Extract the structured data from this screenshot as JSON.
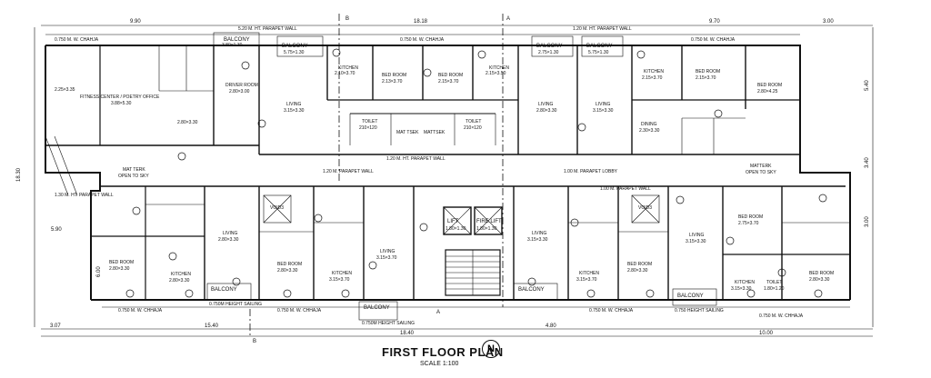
{
  "title": "FIRST FLOOR PLAN",
  "scale": "SCALE 1:100",
  "north_label": "N",
  "dimensions": {
    "top": [
      "9.90",
      "18.18",
      "9.70",
      "3.00"
    ],
    "bottom": [
      "3.07",
      "15.40",
      "18.40",
      "4.80",
      "10.00"
    ],
    "left": [
      "18.30",
      "5.90",
      "6.00"
    ],
    "right": [
      "5.40",
      "3.40",
      "3.00"
    ]
  },
  "section_markers": {
    "a": "A",
    "b": "B"
  },
  "labels": [
    {
      "id": "parapet-top-1",
      "text": "5.20 M. HT. PARAPET WALL"
    },
    {
      "id": "parapet-top-2",
      "text": "1.20 M. HT. PARAPET WALL"
    },
    {
      "id": "chahja-1",
      "text": "0.750 M. W. CHAHJA"
    },
    {
      "id": "chahja-2",
      "text": "0.750 M. W. CHAHJA"
    },
    {
      "id": "chahja-3",
      "text": "0.750 M. W. CHAHJA"
    },
    {
      "id": "balcony-1",
      "text": "BALCONY"
    },
    {
      "id": "balcony-1-dim",
      "text": "3.80×1.30"
    },
    {
      "id": "balcony-2",
      "text": "BALCONY"
    },
    {
      "id": "balcony-2-dim",
      "text": "5.75×1.30"
    },
    {
      "id": "balcony-3",
      "text": "BALCONY"
    },
    {
      "id": "balcony-3-dim",
      "text": "2.75×1.30"
    },
    {
      "id": "balcony-4",
      "text": "BALCONY"
    },
    {
      "id": "balcony-4-dim",
      "text": "5.75×1.30"
    },
    {
      "id": "fitness",
      "text": "FITNESS CENTER / POETRY OFFICE"
    },
    {
      "id": "fitness-dim",
      "text": "3.88×5.30"
    },
    {
      "id": "area-225",
      "text": "2.25×3.35"
    },
    {
      "id": "area-280",
      "text": "2.80×3.30"
    },
    {
      "id": "driver",
      "text": "DRIVER ROOM"
    },
    {
      "id": "driver-dim",
      "text": "2.80×3.00"
    },
    {
      "id": "kitchen-1",
      "text": "KITCHEN"
    },
    {
      "id": "kitchen-1-dim",
      "text": "2.10×3.70"
    },
    {
      "id": "bed-1",
      "text": "BED ROOM"
    },
    {
      "id": "bed-1-dim",
      "text": "2.13×3.70"
    },
    {
      "id": "bed-2",
      "text": "BED ROOM"
    },
    {
      "id": "bed-2-dim",
      "text": "2.15×3.70"
    },
    {
      "id": "kitchen-2",
      "text": "KITCHEN"
    },
    {
      "id": "kitchen-2-dim",
      "text": "2.15×3.50"
    },
    {
      "id": "living-1",
      "text": "LIVING"
    },
    {
      "id": "living-1-dim",
      "text": "3.15×3.30"
    },
    {
      "id": "living-2",
      "text": "LIVING"
    },
    {
      "id": "living-2-dim",
      "text": "2.80×3.30"
    },
    {
      "id": "living-3",
      "text": "LIVING"
    },
    {
      "id": "living-3-dim",
      "text": "3.15×3.30"
    },
    {
      "id": "kitchen-3",
      "text": "KITCHEN"
    },
    {
      "id": "kitchen-3-dim",
      "text": "2.15×3.70"
    },
    {
      "id": "bed-3",
      "text": "BED ROOM"
    },
    {
      "id": "bed-3-dim",
      "text": "2.15×3.70"
    },
    {
      "id": "bed-4",
      "text": "BED ROOM"
    },
    {
      "id": "bed-4-dim",
      "text": "2.80×4.25"
    },
    {
      "id": "dining",
      "text": "DINING"
    },
    {
      "id": "dining-dim",
      "text": "2.30×3.30"
    },
    {
      "id": "toilet-a",
      "text": "TOILET"
    },
    {
      "id": "toilet-a-dim",
      "text": "210×120"
    },
    {
      "id": "toilet-b",
      "text": "TOILET"
    },
    {
      "id": "toilet-b-dim",
      "text": "210×120"
    },
    {
      "id": "mattsek",
      "text": "MAT TSEK"
    },
    {
      "id": "mattsek2",
      "text": "MATTSEK"
    },
    {
      "id": "parapet-mid-1",
      "text": "1.20 M. HT. PARAPET WALL"
    },
    {
      "id": "parapet-mid-2",
      "text": "1.20 M. PARAPET WALL"
    },
    {
      "id": "lobby",
      "text": "1.00 M. PARAPET LOBBY"
    },
    {
      "id": "matterk-1",
      "text": "MAT TERK"
    },
    {
      "id": "matterk-1b",
      "text": "OPEN TO SKY"
    },
    {
      "id": "matterk-2",
      "text": "MATTERK"
    },
    {
      "id": "matterk-2b",
      "text": "OPEN TO SKY"
    },
    {
      "id": "parapet-low-1",
      "text": "1.30 M. HT. PARAPET WALL"
    },
    {
      "id": "parapet-low-2",
      "text": "1.00 M. PARAPET WALL"
    },
    {
      "id": "lift",
      "text": "LIFT"
    },
    {
      "id": "lift-dim",
      "text": "1.80×1.30"
    },
    {
      "id": "firelift",
      "text": "FIRE LIFT"
    },
    {
      "id": "firelift-dim",
      "text": "1.80×1.30"
    },
    {
      "id": "void-1",
      "text": "VOID3"
    },
    {
      "id": "void-2",
      "text": "VOID3"
    },
    {
      "id": "bed-5",
      "text": "BED ROOM"
    },
    {
      "id": "bed-5-dim",
      "text": "2.80×3.30"
    },
    {
      "id": "kitchen-5",
      "text": "KITCHEN"
    },
    {
      "id": "kitchen-5-dim",
      "text": "2.80×3.30"
    },
    {
      "id": "living-5",
      "text": "LIVING"
    },
    {
      "id": "living-5-dim",
      "text": "2.80×3.30"
    },
    {
      "id": "bed-6",
      "text": "BED ROOM"
    },
    {
      "id": "bed-6-dim",
      "text": "2.80×3.30"
    },
    {
      "id": "kitchen-6",
      "text": "KITCHEN"
    },
    {
      "id": "kitchen-6-dim",
      "text": "3.15×3.70"
    },
    {
      "id": "living-6",
      "text": "LIVING"
    },
    {
      "id": "living-6-dim",
      "text": "3.15×3.70"
    },
    {
      "id": "living-7",
      "text": "LIVING"
    },
    {
      "id": "living-7-dim",
      "text": "3.15×3.30"
    },
    {
      "id": "kitchen-7",
      "text": "KITCHEN"
    },
    {
      "id": "kitchen-7-dim",
      "text": "3.15×3.70"
    },
    {
      "id": "bed-7",
      "text": "BED ROOM"
    },
    {
      "id": "bed-7-dim",
      "text": "2.80×3.30"
    },
    {
      "id": "living-8",
      "text": "LIVING"
    },
    {
      "id": "living-8-dim",
      "text": "3.15×3.30"
    },
    {
      "id": "bed-8",
      "text": "BED ROOM"
    },
    {
      "id": "bed-8-dim",
      "text": "2.75×3.70"
    },
    {
      "id": "kitchen-8",
      "text": "KITCHEN"
    },
    {
      "id": "kitchen-8-dim",
      "text": "3.15×3.30"
    },
    {
      "id": "bed-9",
      "text": "BED ROOM"
    },
    {
      "id": "bed-9-dim",
      "text": "2.80×3.30"
    },
    {
      "id": "toilet-c",
      "text": "TOILET"
    },
    {
      "id": "toilet-c-dim",
      "text": "1.80×1.20"
    },
    {
      "id": "balcony-b1",
      "text": "BALCONY"
    },
    {
      "id": "balcony-b2",
      "text": "BALCONY"
    },
    {
      "id": "balcony-b3",
      "text": "BALCONY"
    },
    {
      "id": "balcony-b4",
      "text": "BALCONY"
    },
    {
      "id": "chhaja-b1",
      "text": "0.750 M. W. CHHAJA"
    },
    {
      "id": "chhaja-b2",
      "text": "0.750 M. W. CHHAJA"
    },
    {
      "id": "chhaja-b3",
      "text": "0.750 M. W. CHHAJA"
    },
    {
      "id": "chhaja-b4",
      "text": "0.750 M. W. CHHAJA"
    },
    {
      "id": "sailing-1",
      "text": "0.750M HEIGHT SAILING"
    },
    {
      "id": "sailing-2",
      "text": "0.750M HEIGHT SAILING"
    },
    {
      "id": "sailing-3",
      "text": "0.750 HEIGHT SAILING"
    }
  ]
}
